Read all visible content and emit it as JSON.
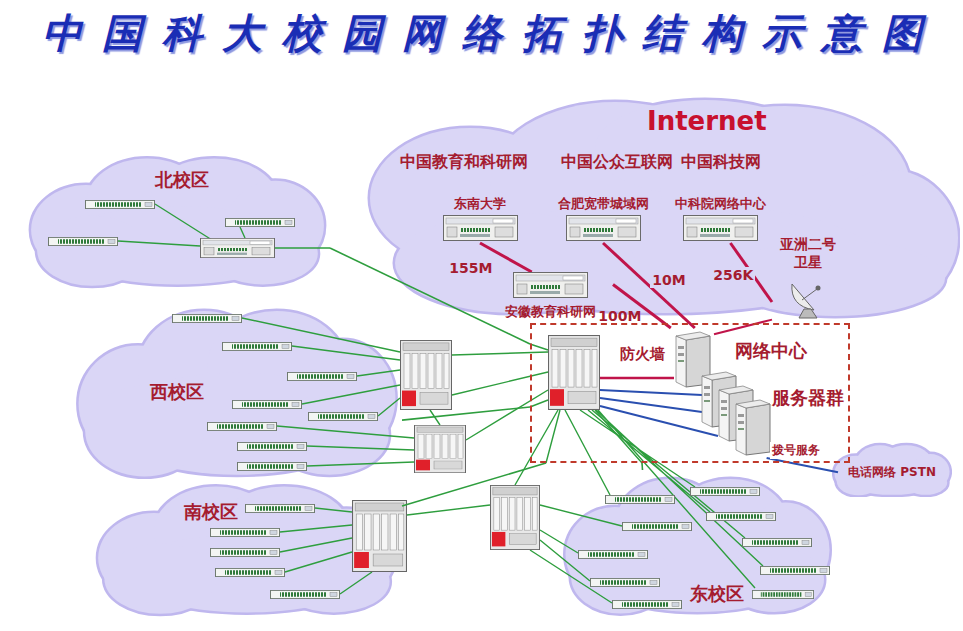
{
  "diagram": {
    "title": "中国科大校园网络拓扑结构示意图",
    "nodes": [
      {
        "text": [
          "北校区"
        ]
      },
      {
        "text": [
          "Internet",
          "中国教育和科研网",
          "中国公众互联网",
          "中国科技网"
        ]
      },
      {
        "text": [
          "东南大学"
        ],
        "in": 1
      },
      {
        "text": [
          "合肥宽带城域网"
        ],
        "in": 1
      },
      {
        "text": [
          "中科院网络中心"
        ],
        "in": 1
      },
      {
        "text": [
          "安徽教育科研网"
        ],
        "in": 1
      },
      {
        "text": [
          "亚洲二号 卫星"
        ]
      },
      {
        "text": [
          "西校区"
        ]
      },
      {
        "text": [
          "网络中心"
        ]
      },
      {
        "text": [
          "防火墙"
        ],
        "in": 8
      },
      {
        "text": [
          "服务器群"
        ],
        "in": 8
      },
      {
        "text": [
          "电话网络 PSTN"
        ]
      },
      {
        "text": [
          "南校区"
        ]
      },
      {
        "text": [
          "东校区"
        ]
      }
    ],
    "edges": [
      {
        "from": 2,
        "to": 5,
        "arrow": "none",
        "label": "155M"
      },
      {
        "from": 3,
        "to": 9,
        "arrow": "none",
        "label": "10M"
      },
      {
        "from": 4,
        "to": 6,
        "arrow": "none",
        "label": "256K"
      },
      {
        "from": 5,
        "to": 9,
        "arrow": "none",
        "label": "100M"
      },
      {
        "from": 6,
        "to": 9,
        "arrow": "none"
      },
      {
        "from": 10,
        "to": 11,
        "arrow": "none",
        "label": "拨号服务"
      },
      {
        "from": 0,
        "to": 8,
        "arrow": "none"
      },
      {
        "from": 7,
        "to": 8,
        "arrow": "none"
      },
      {
        "from": 12,
        "to": 8,
        "arrow": "none"
      },
      {
        "from": 13,
        "to": 8,
        "arrow": "none"
      }
    ]
  }
}
